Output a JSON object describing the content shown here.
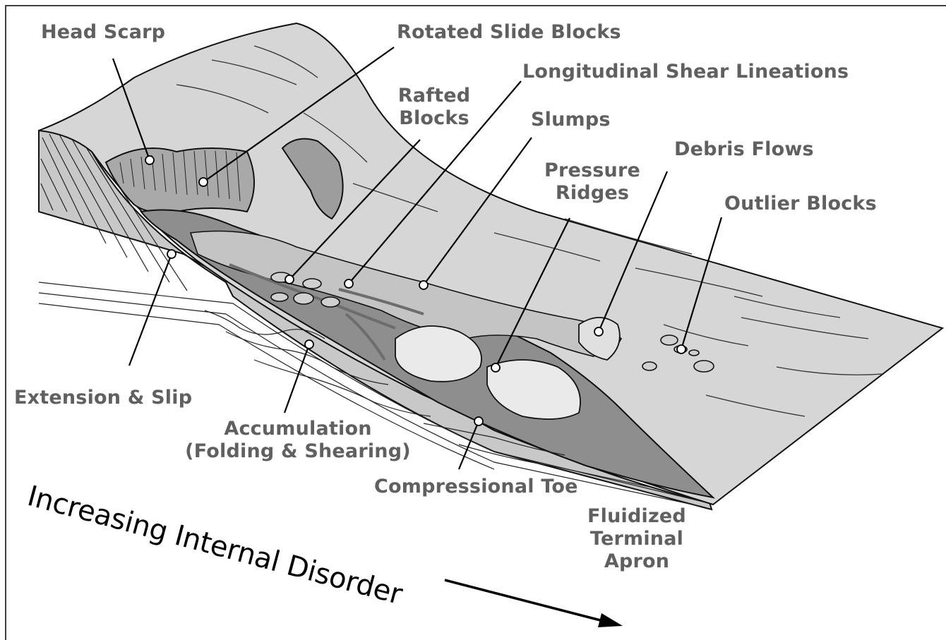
{
  "labels": {
    "head_scarp": "Head Scarp",
    "rotated_slide_blocks": "Rotated Slide Blocks",
    "longitudinal_shear_lineations": "Longitudinal Shear Lineations",
    "rafted_blocks_line1": "Rafted",
    "rafted_blocks_line2": "Blocks",
    "slumps": "Slumps",
    "debris_flows": "Debris Flows",
    "pressure_ridges_line1": "Pressure",
    "pressure_ridges_line2": "Ridges",
    "outlier_blocks": "Outlier Blocks",
    "extension_slip": "Extension & Slip",
    "accumulation_line1": "Accumulation",
    "accumulation_line2": "(Folding & Shearing)",
    "compressional_toe": "Compressional Toe",
    "fluidized_line1": "Fluidized",
    "fluidized_line2": "Terminal",
    "fluidized_line3": "Apron",
    "increasing_disorder": "Increasing Internal Disorder"
  },
  "colors": {
    "label_text": "#606060",
    "outline": "#111111",
    "slope_fill": "#d2d2d2",
    "section_fill": "#bdbdbd",
    "deposit_fill": "#8f8f8f",
    "light_deposit": "#e6e6e6"
  }
}
